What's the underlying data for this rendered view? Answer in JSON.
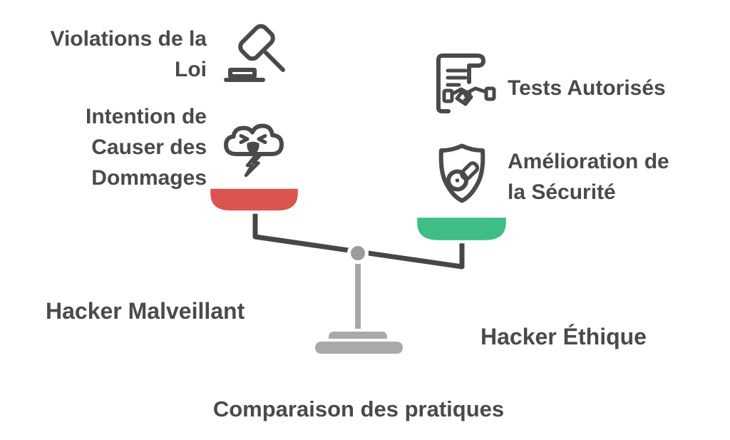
{
  "title": "Comparaison des pratiques",
  "left_side": {
    "label": "Hacker Malveillant",
    "item1": {
      "icon": "gavel-icon",
      "lines": [
        "Violations de la",
        "Loi"
      ]
    },
    "item2": {
      "icon": "storm-cloud-icon",
      "lines": [
        "Intention de",
        "Causer des",
        "Dommages"
      ]
    }
  },
  "right_side": {
    "label": "Hacker Éthique",
    "item1": {
      "icon": "contract-handshake-icon",
      "lines": [
        "Tests Autorisés"
      ]
    },
    "item2": {
      "icon": "shield-key-icon",
      "lines": [
        "Amélioration de",
        "la Sécurité"
      ]
    }
  },
  "scale": {
    "left_pan_color": "#dc5450",
    "right_pan_color": "#3ebd84",
    "beam_color": "#47474a",
    "stand_color": "#a9a9a9",
    "pivot_color": "#9b9b9b"
  },
  "colors": {
    "text": "#4a4a4d",
    "icon": "#4a4a4d",
    "background": "#ffffff"
  }
}
